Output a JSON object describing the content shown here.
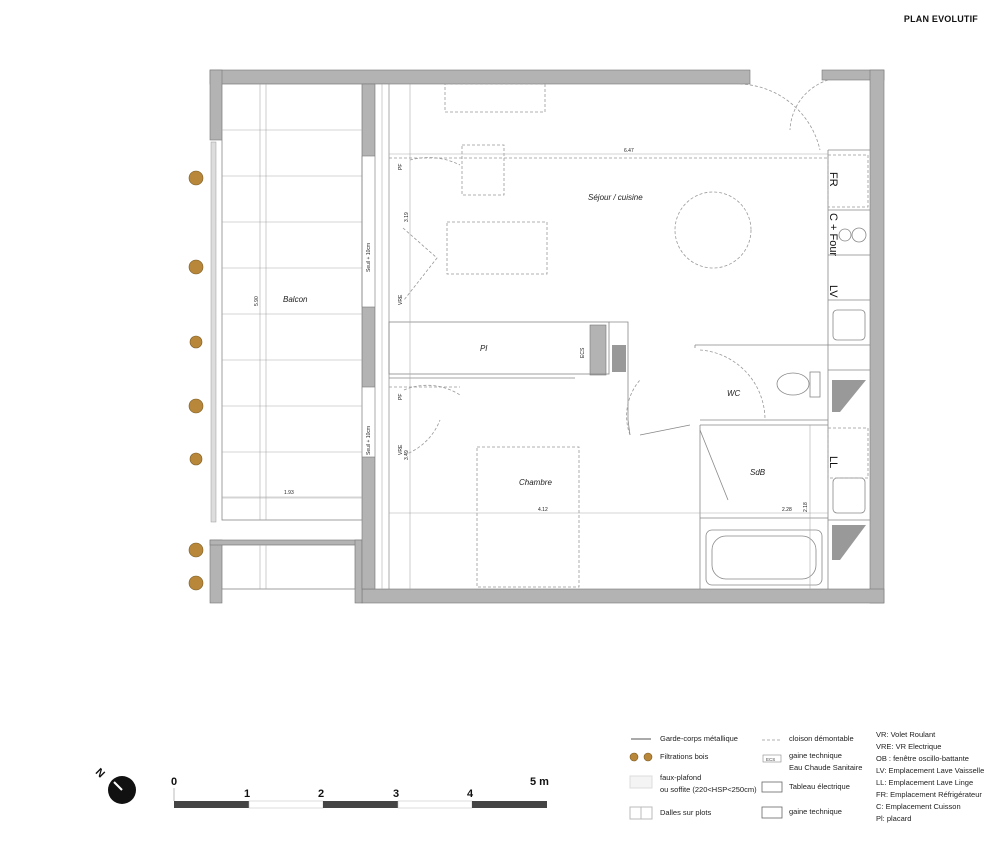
{
  "title": "PLAN EVOLUTIF",
  "rooms": {
    "sejour": "Séjour / cuisine",
    "balcon": "Balcon",
    "placard": "Pl",
    "chambre": "Chambre",
    "wc": "WC",
    "sdb": "SdB",
    "ecs": "ECS"
  },
  "kitchen": {
    "fr": "FR",
    "c_four": "C + Four",
    "lv": "LV",
    "ll": "LL"
  },
  "annotations": {
    "pf1": "PF",
    "pf2": "PF",
    "vre1": "VRE",
    "vre2": "VRE",
    "seuil1": "Seuil + 10cm",
    "seuil2": "Seuil + 10cm"
  },
  "dimensions": {
    "d647": "6.47",
    "d319": "3.19",
    "d349": "3.49",
    "d590": "5.90",
    "d193": "1.93",
    "d412": "4.12",
    "d228": "2.28",
    "d218": "2.18"
  },
  "scale": {
    "labels": [
      "0",
      "1",
      "2",
      "3",
      "4",
      "5 m"
    ],
    "north": "N"
  },
  "legend": {
    "col1": [
      "Garde-corps métallique",
      "Filtrations bois",
      "faux-plafond",
      "ou soffite (220<HSP<250cm)",
      "Dalles sur plots"
    ],
    "col2": [
      "cloison démontable",
      "gaine technique",
      "Eau Chaude Sanitaire",
      "Tableau électrique",
      "gaine technique"
    ],
    "col3": [
      "VR: Volet Roulant",
      "VRE: VR Electrique",
      "OB : fenêtre oscillo-battante",
      "LV: Emplacement Lave Vaisselle",
      "LL: Emplacement Lave Linge",
      "FR: Emplacement Réfrigérateur",
      "C: Emplacement Cuisson",
      "Pl: placard"
    ],
    "ecs_icon": "ECS"
  },
  "colors": {
    "wall": "#b3b3b3",
    "wood": "#b8873a"
  }
}
